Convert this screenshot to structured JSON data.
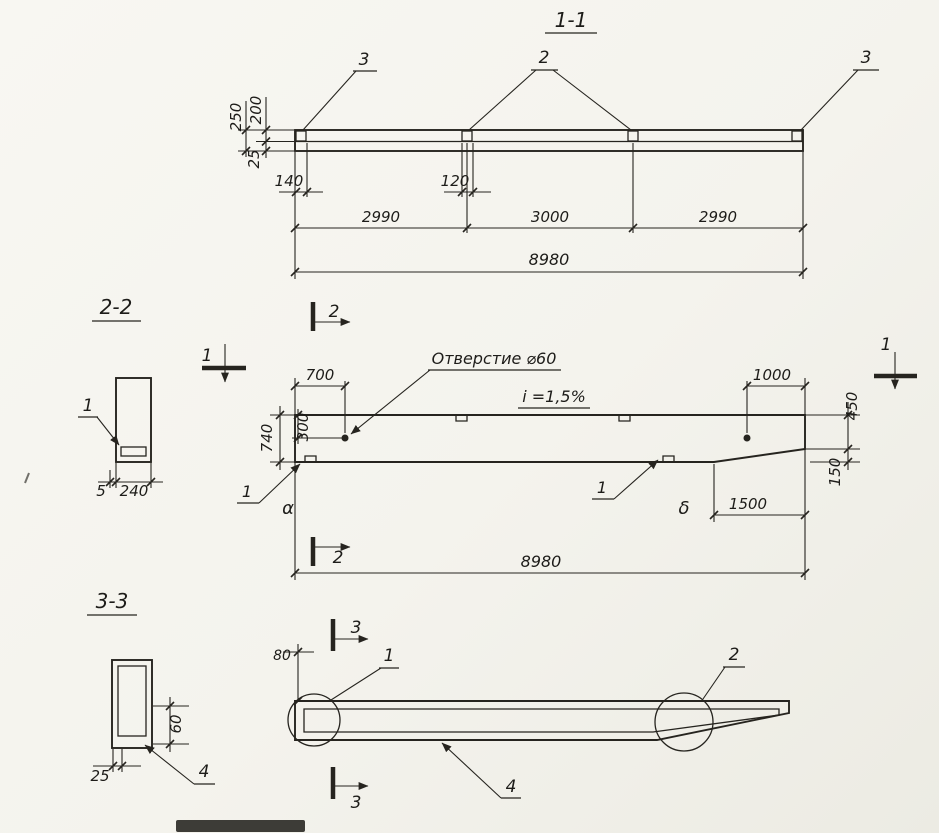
{
  "view_1_1": {
    "title": "1-1",
    "callout_plate_left": "3",
    "callout_plate_mid": "2",
    "callout_plate_right": "3",
    "dim_200": "200",
    "dim_250": "250",
    "dim_25": "25",
    "dim_140": "140",
    "dim_120": "120",
    "dim_span_1": "2990",
    "dim_span_2": "3000",
    "dim_span_3": "2990",
    "dim_total": "8980"
  },
  "section_2_2": {
    "title": "2-2",
    "callout_1": "1",
    "dim_5": "5",
    "dim_240": "240"
  },
  "plan_view": {
    "cut_2_top": "2",
    "cut_2_bottom": "2",
    "cut_1_left": "1",
    "cut_1_right": "1",
    "hole_note": "Отверстие ⌀60",
    "slope_note": "i =1,5%",
    "dim_700": "700",
    "dim_1000": "1000",
    "dim_450": "450",
    "dim_150": "150",
    "dim_740": "740",
    "dim_300": "300",
    "dim_1500": "1500",
    "dim_total": "8980",
    "callout_1_left": "1",
    "callout_1_right": "1",
    "node_a": "α",
    "node_b": "δ"
  },
  "section_3_3": {
    "title": "3-3",
    "dim_60": "60",
    "dim_25": "25",
    "callout_4": "4"
  },
  "profile_view": {
    "cut_3_top": "3",
    "cut_3_bottom": "3",
    "dim_80": "80",
    "detail_1": "1",
    "detail_2": "2",
    "callout_4": "4"
  }
}
